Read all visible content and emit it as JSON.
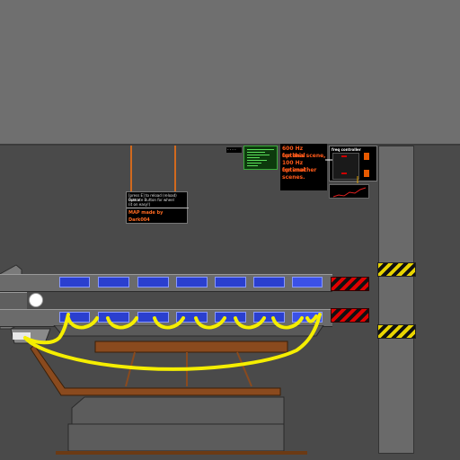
{
  "scene": {
    "colors": {
      "sky": "#6f6f6f",
      "wall": "#4a4a4a",
      "cell_blue": "#2a3fcf",
      "wire_yellow": "#f5ee00",
      "wire_orange": "#d26a1e",
      "frame_brown": "#8a4a1e"
    }
  },
  "sign_info": {
    "line1": "[press E] to reload (reload) button",
    "line2": "Operate Button for wheel",
    "line3": "(it on easy!)",
    "author_line1": "MAP made by",
    "author_line2": "Dark004"
  },
  "sign_freq": {
    "line1": "600 Hz optimal",
    "line2": "for this scene,",
    "line3": "100 Hz optimal",
    "line4": "for another",
    "line5": "scenes."
  },
  "freq_controller": {
    "title": "freq controller"
  },
  "small_label": {
    "text": "- - - -"
  },
  "icons": [
    "white-orb-icon",
    "terminal-screen-icon"
  ]
}
